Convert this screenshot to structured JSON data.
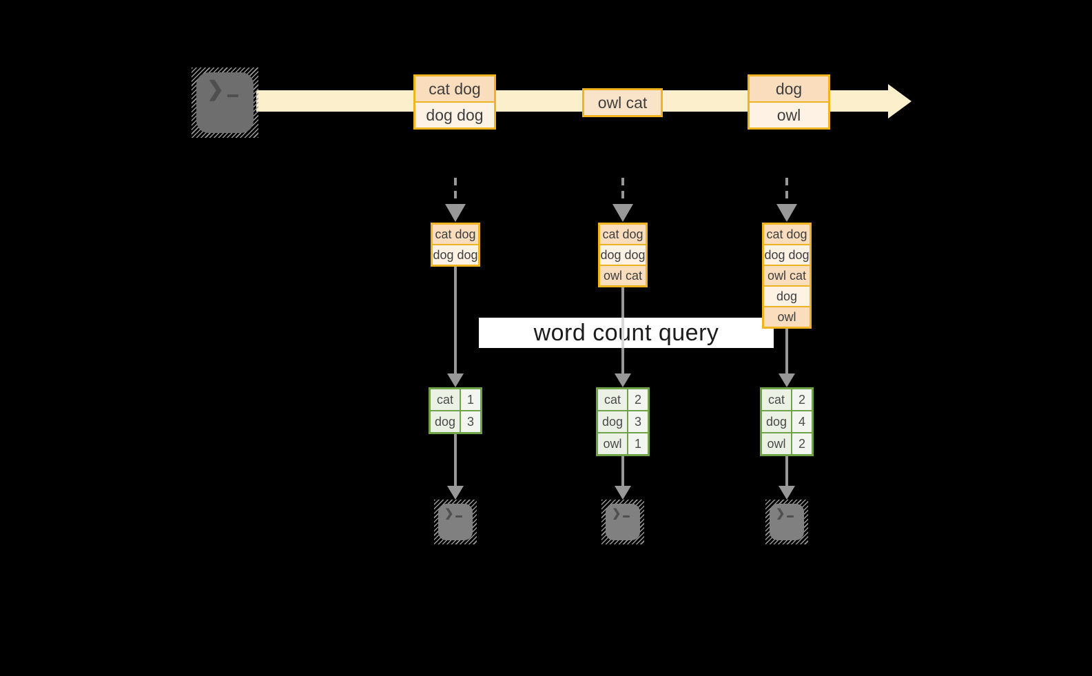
{
  "query_label": "word count query",
  "stream": {
    "events": [
      {
        "lines": [
          "cat dog",
          "dog dog"
        ]
      },
      {
        "lines": [
          "owl cat"
        ]
      },
      {
        "lines": [
          "dog",
          "owl"
        ]
      }
    ]
  },
  "columns": [
    {
      "batch": [
        "cat dog",
        "dog dog"
      ],
      "counts": [
        {
          "word": "cat",
          "count": "1"
        },
        {
          "word": "dog",
          "count": "3"
        }
      ]
    },
    {
      "batch": [
        "cat dog",
        "dog dog",
        "owl cat"
      ],
      "counts": [
        {
          "word": "cat",
          "count": "2"
        },
        {
          "word": "dog",
          "count": "3"
        },
        {
          "word": "owl",
          "count": "1"
        }
      ]
    },
    {
      "batch": [
        "cat dog",
        "dog dog",
        "owl cat",
        "dog",
        "owl"
      ],
      "counts": [
        {
          "word": "cat",
          "count": "2"
        },
        {
          "word": "dog",
          "count": "4"
        },
        {
          "word": "owl",
          "count": "2"
        }
      ]
    }
  ],
  "icons": {
    "terminal_prompt": "❯"
  },
  "colors": {
    "background": "#000000",
    "stream_fill": "#fbf0cb",
    "event_border": "#f0b322",
    "event_fill_dark": "#f9ddbd",
    "event_fill_light": "#fdf2e4",
    "table_border": "#6ea447",
    "table_fill": "#ecf1e6",
    "connector_gray": "#989898",
    "query_band_bg": "#ffffff",
    "terminal_gray": "#808080"
  }
}
